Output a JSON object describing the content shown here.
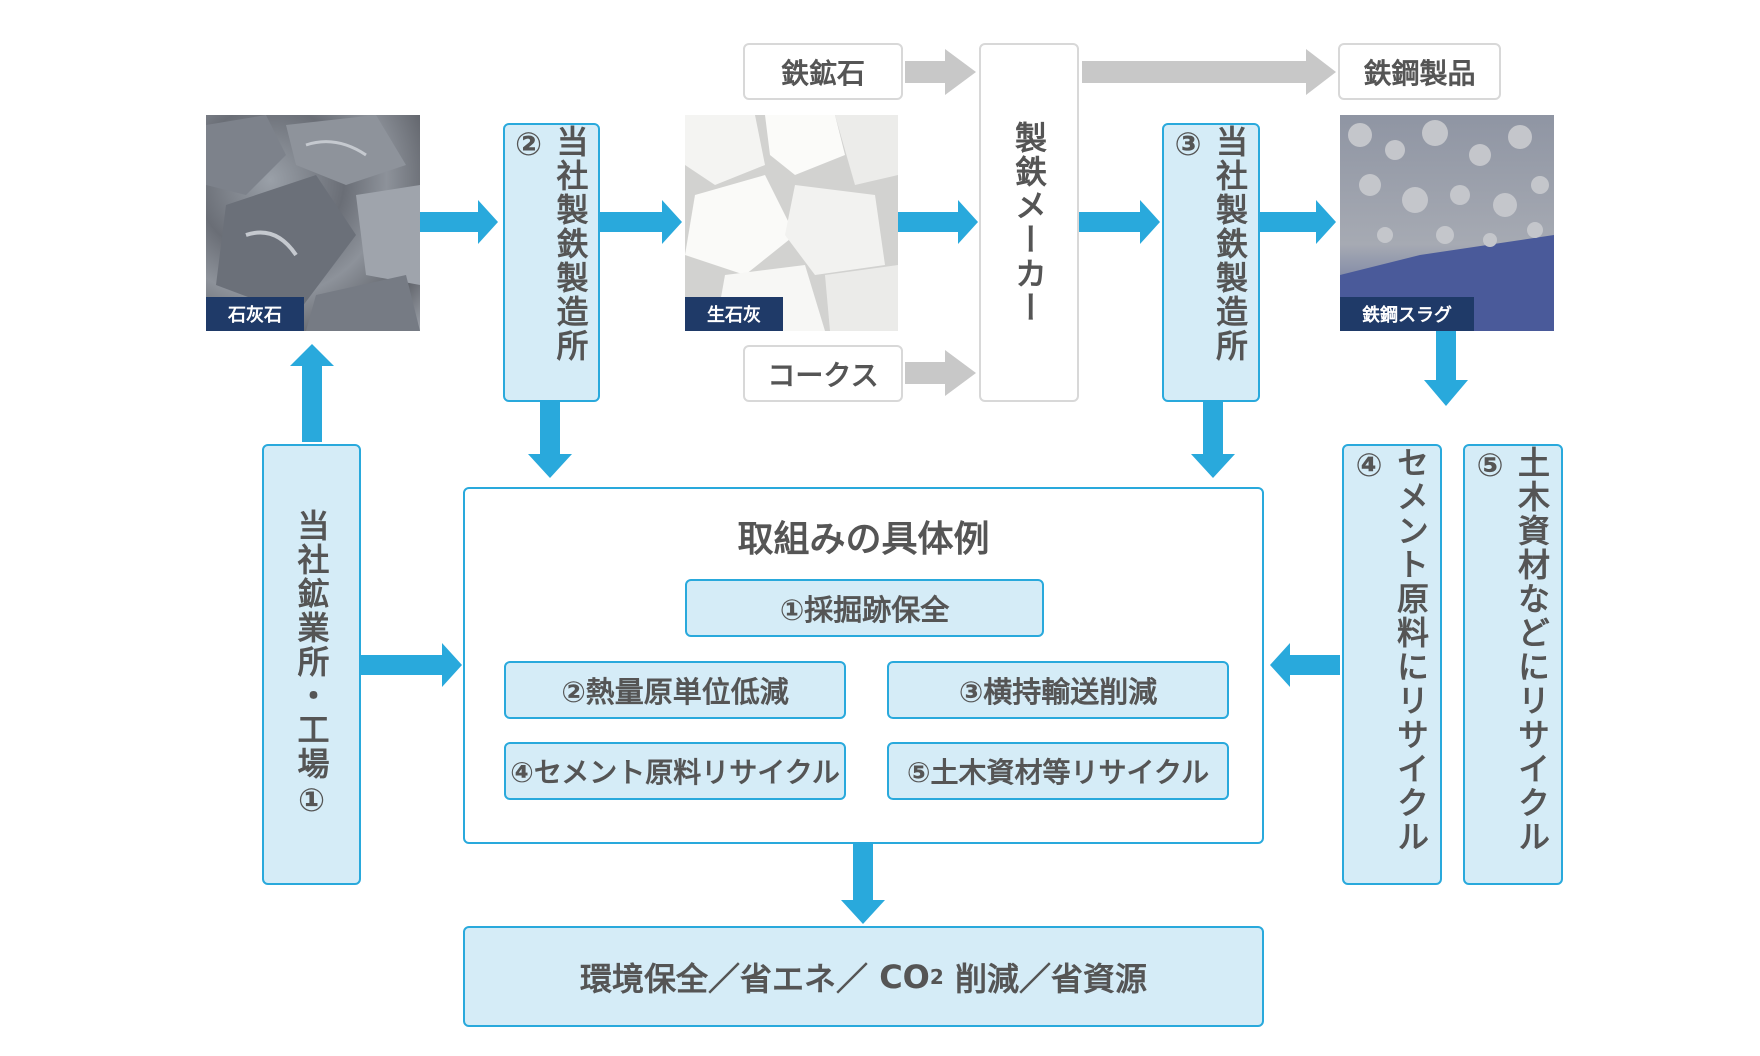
{
  "nodes": {
    "limestone": "石灰石",
    "quicklime": "生石灰",
    "slag": "鉄鋼スラグ",
    "iron_ore": "鉄鉱石",
    "coke": "コークス",
    "steel_products": "鉄鋼製品",
    "steelmaker": "製鉄メーカー",
    "works2": "当社製鉄製造所②",
    "works3": "当社製鉄製造所③",
    "mine1": "当社鉱業所・工場①",
    "cement4": "セメント原料にリサイクル④",
    "civil5": "土木資材などにリサイクル⑤"
  },
  "initiatives": {
    "title": "取組みの具体例",
    "items": [
      "①採掘跡保全",
      "②熱量原単位低減",
      "③横持輸送削減",
      "④セメント原料リサイクル",
      "⑤土木資材等リサイクル"
    ]
  },
  "outcome": {
    "part1": "環境保全／省エネ／ ",
    "co": "CO",
    "sub": "2",
    "part2": " 削減／省資源"
  },
  "colors": {
    "accent": "#29a9dc",
    "box_fill": "#d5ecf7",
    "grey_arrow": "#c8c8c8",
    "caption_bg": "#1f3a68"
  }
}
